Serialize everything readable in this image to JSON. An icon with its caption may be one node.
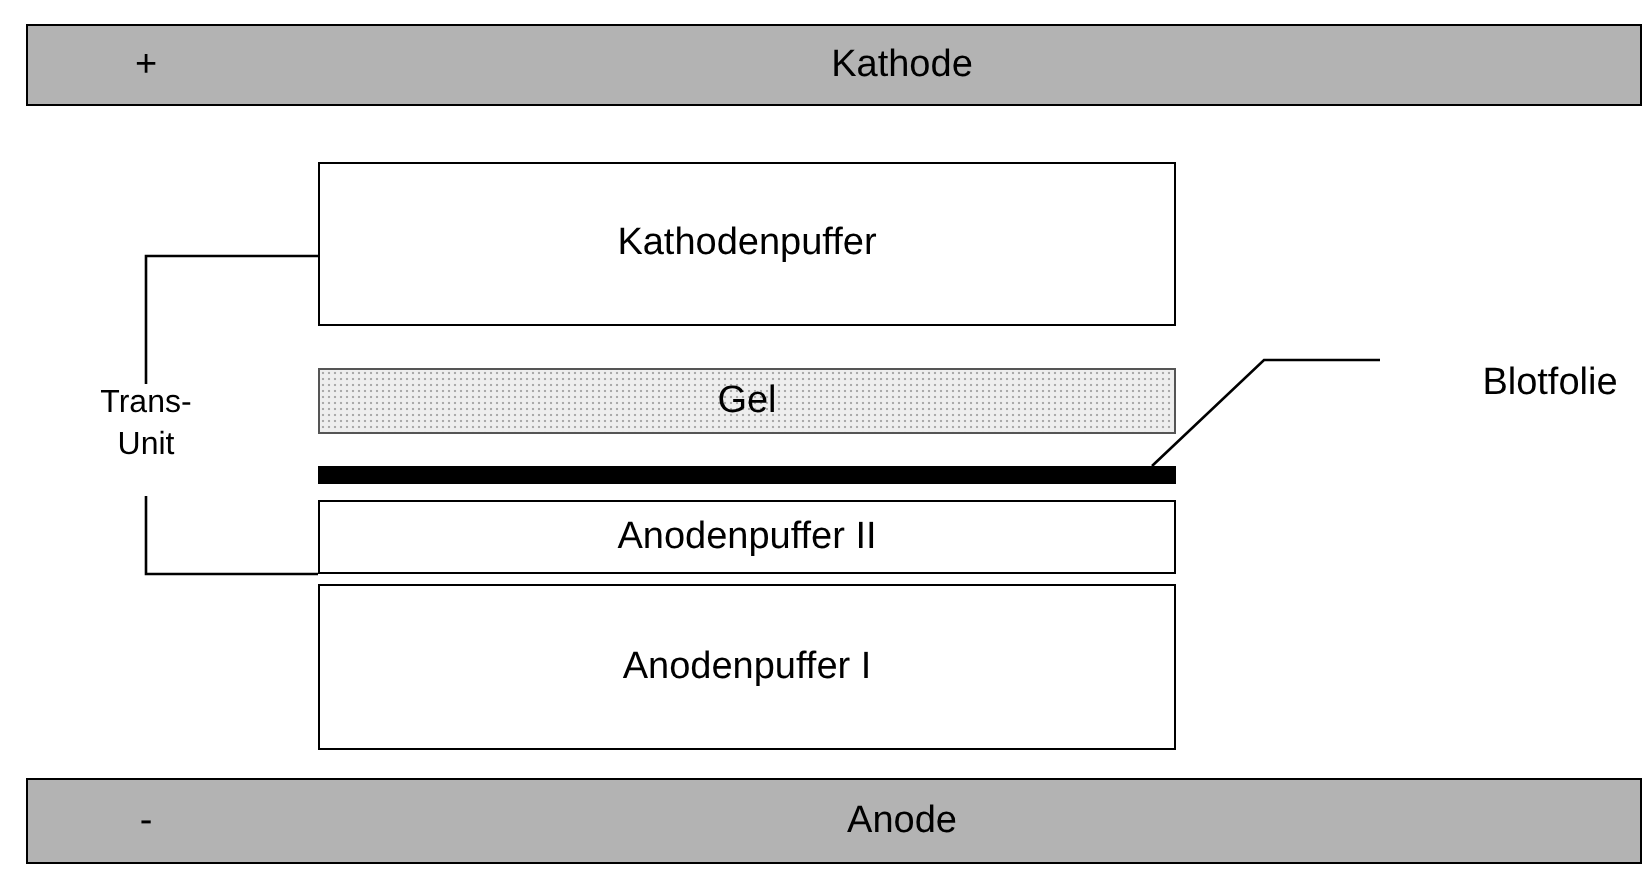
{
  "diagram": {
    "nodes": [
      {
        "text": [
          "+",
          "Kathode"
        ]
      },
      {
        "text": [
          "Kathodenpuffer"
        ]
      },
      {
        "text": [
          "Gel"
        ]
      },
      {
        "text": [],
        "shape": "bar"
      },
      {
        "text": [
          "Anodenpuffer II"
        ]
      },
      {
        "text": [
          "Anodenpuffer I"
        ]
      },
      {
        "text": [
          "-",
          "Anode"
        ]
      },
      {
        "text": [
          "Trans- Unit"
        ]
      },
      {
        "text": [
          "Blotfolie"
        ]
      }
    ],
    "edges": [
      {
        "from": 7,
        "to": 1,
        "arrow": "none"
      },
      {
        "from": 7,
        "to": 4,
        "arrow": "none"
      },
      {
        "from": 8,
        "to": 3,
        "arrow": "none"
      }
    ]
  }
}
